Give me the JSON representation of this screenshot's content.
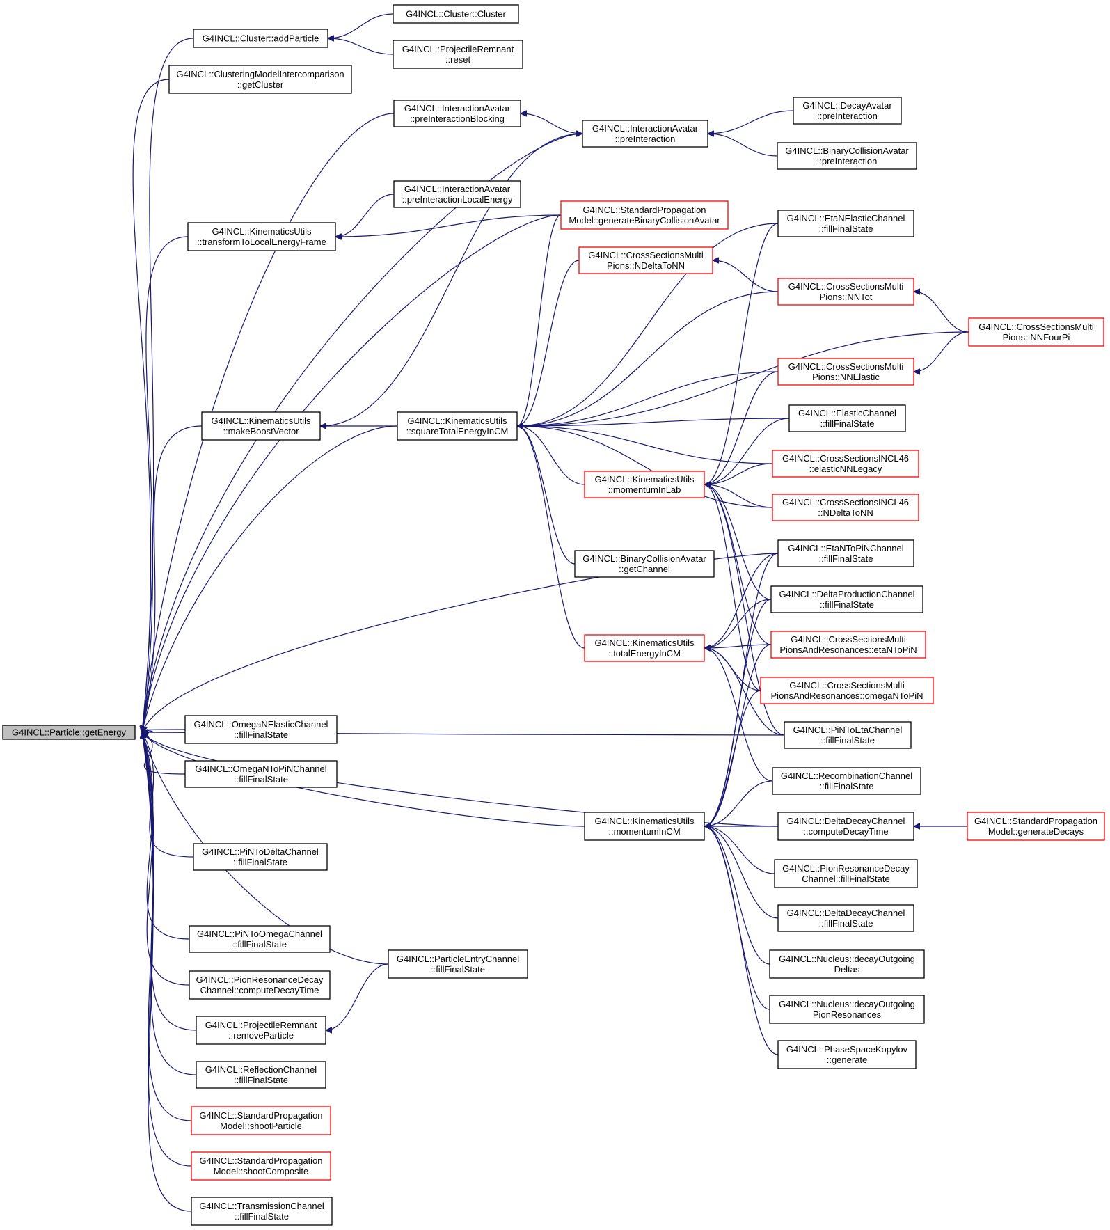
{
  "graph": {
    "nodes": [
      {
        "id": "root",
        "lines": [
          "G4INCL::Particle::getEnergy"
        ],
        "style": "root"
      },
      {
        "id": "cluster_add",
        "lines": [
          "G4INCL::Cluster::addParticle"
        ]
      },
      {
        "id": "cluster_ctor",
        "lines": [
          "G4INCL::Cluster::Cluster"
        ]
      },
      {
        "id": "projrem_reset",
        "lines": [
          "G4INCL::ProjectileRemnant",
          "::reset"
        ]
      },
      {
        "id": "clustering_get",
        "lines": [
          "G4INCL::ClusteringModelIntercomparison",
          "::getCluster"
        ]
      },
      {
        "id": "ia_preblock",
        "lines": [
          "G4INCL::InteractionAvatar",
          "::preInteractionBlocking"
        ]
      },
      {
        "id": "ia_pre",
        "lines": [
          "G4INCL::InteractionAvatar",
          "::preInteraction"
        ]
      },
      {
        "id": "decay_pre",
        "lines": [
          "G4INCL::DecayAvatar",
          "::preInteraction"
        ]
      },
      {
        "id": "bca_pre",
        "lines": [
          "G4INCL::BinaryCollisionAvatar",
          "::preInteraction"
        ]
      },
      {
        "id": "ia_preloc",
        "lines": [
          "G4INCL::InteractionAvatar",
          "::preInteractionLocalEnergy"
        ]
      },
      {
        "id": "spm_genbca",
        "lines": [
          "G4INCL::StandardPropagation",
          "Model::generateBinaryCollisionAvatar"
        ],
        "style": "red"
      },
      {
        "id": "ku_transform",
        "lines": [
          "G4INCL::KinematicsUtils",
          "::transformToLocalEnergyFrame"
        ]
      },
      {
        "id": "etanel",
        "lines": [
          "G4INCL::EtaNElasticChannel",
          "::fillFinalState"
        ]
      },
      {
        "id": "csmp_ndelta",
        "lines": [
          "G4INCL::CrossSectionsMulti",
          "Pions::NDeltaToNN"
        ],
        "style": "red"
      },
      {
        "id": "csmp_nntot",
        "lines": [
          "G4INCL::CrossSectionsMulti",
          "Pions::NNTot"
        ],
        "style": "red"
      },
      {
        "id": "csmp_nnfourpi",
        "lines": [
          "G4INCL::CrossSectionsMulti",
          "Pions::NNFourPi"
        ],
        "style": "red"
      },
      {
        "id": "csmp_nnel",
        "lines": [
          "G4INCL::CrossSectionsMulti",
          "Pions::NNElastic"
        ],
        "style": "red"
      },
      {
        "id": "ku_boost",
        "lines": [
          "G4INCL::KinematicsUtils",
          "::makeBoostVector"
        ]
      },
      {
        "id": "ku_sq",
        "lines": [
          "G4INCL::KinematicsUtils",
          "::squareTotalEnergyInCM"
        ]
      },
      {
        "id": "elastic_ffs",
        "lines": [
          "G4INCL::ElasticChannel",
          "::fillFinalState"
        ]
      },
      {
        "id": "ku_pinlab",
        "lines": [
          "G4INCL::KinematicsUtils",
          "::momentumInLab"
        ],
        "style": "red"
      },
      {
        "id": "cs46_el",
        "lines": [
          "G4INCL::CrossSectionsINCL46",
          "::elasticNNLegacy"
        ],
        "style": "red"
      },
      {
        "id": "cs46_nd",
        "lines": [
          "G4INCL::CrossSectionsINCL46",
          "::NDeltaToNN"
        ],
        "style": "red"
      },
      {
        "id": "bca_getch",
        "lines": [
          "G4INCL::BinaryCollisionAvatar",
          "::getChannel"
        ]
      },
      {
        "id": "etantopin",
        "lines": [
          "G4INCL::EtaNToPiNChannel",
          "::fillFinalState"
        ]
      },
      {
        "id": "deltaprod",
        "lines": [
          "G4INCL::DeltaProductionChannel",
          "::fillFinalState"
        ]
      },
      {
        "id": "ku_tot",
        "lines": [
          "G4INCL::KinematicsUtils",
          "::totalEnergyInCM"
        ],
        "style": "red"
      },
      {
        "id": "csmpr_eta",
        "lines": [
          "G4INCL::CrossSectionsMulti",
          "PionsAndResonances::etaNToPiN"
        ],
        "style": "red"
      },
      {
        "id": "csmpr_omega",
        "lines": [
          "G4INCL::CrossSectionsMulti",
          "PionsAndResonances::omegaNToPiN"
        ],
        "style": "red"
      },
      {
        "id": "omeganel",
        "lines": [
          "G4INCL::OmegaNElasticChannel",
          "::fillFinalState"
        ]
      },
      {
        "id": "pintoeta",
        "lines": [
          "G4INCL::PiNToEtaChannel",
          "::fillFinalState"
        ]
      },
      {
        "id": "omegantopin",
        "lines": [
          "G4INCL::OmegaNToPiNChannel",
          "::fillFinalState"
        ]
      },
      {
        "id": "recomb",
        "lines": [
          "G4INCL::RecombinationChannel",
          "::fillFinalState"
        ]
      },
      {
        "id": "ku_pincm",
        "lines": [
          "G4INCL::KinematicsUtils",
          "::momentumInCM"
        ]
      },
      {
        "id": "ddc_time",
        "lines": [
          "G4INCL::DeltaDecayChannel",
          "::computeDecayTime"
        ]
      },
      {
        "id": "spm_gendec",
        "lines": [
          "G4INCL::StandardPropagation",
          "Model::generateDecays"
        ],
        "style": "red"
      },
      {
        "id": "pintodelta",
        "lines": [
          "G4INCL::PiNToDeltaChannel",
          "::fillFinalState"
        ]
      },
      {
        "id": "prdc_ffs",
        "lines": [
          "G4INCL::PionResonanceDecay",
          "Channel::fillFinalState"
        ]
      },
      {
        "id": "ddc_ffs",
        "lines": [
          "G4INCL::DeltaDecayChannel",
          "::fillFinalState"
        ]
      },
      {
        "id": "pintoomega",
        "lines": [
          "G4INCL::PiNToOmegaChannel",
          "::fillFinalState"
        ]
      },
      {
        "id": "pentry",
        "lines": [
          "G4INCL::ParticleEntryChannel",
          "::fillFinalState"
        ]
      },
      {
        "id": "nuc_deltas",
        "lines": [
          "G4INCL::Nucleus::decayOutgoing",
          "Deltas"
        ]
      },
      {
        "id": "prdc_time",
        "lines": [
          "G4INCL::PionResonanceDecay",
          "Channel::computeDecayTime"
        ]
      },
      {
        "id": "nuc_pionres",
        "lines": [
          "G4INCL::Nucleus::decayOutgoing",
          "PionResonances"
        ]
      },
      {
        "id": "projrem_remove",
        "lines": [
          "G4INCL::ProjectileRemnant",
          "::removeParticle"
        ]
      },
      {
        "id": "psk_gen",
        "lines": [
          "G4INCL::PhaseSpaceKopylov",
          "::generate"
        ]
      },
      {
        "id": "refl",
        "lines": [
          "G4INCL::ReflectionChannel",
          "::fillFinalState"
        ]
      },
      {
        "id": "spm_shootp",
        "lines": [
          "G4INCL::StandardPropagation",
          "Model::shootParticle"
        ],
        "style": "red"
      },
      {
        "id": "spm_shootc",
        "lines": [
          "G4INCL::StandardPropagation",
          "Model::shootComposite"
        ],
        "style": "red"
      },
      {
        "id": "trans",
        "lines": [
          "G4INCL::TransmissionChannel",
          "::fillFinalState"
        ]
      }
    ],
    "edges": [
      [
        "cluster_add",
        "root"
      ],
      [
        "clustering_get",
        "root"
      ],
      [
        "ia_preblock",
        "root"
      ],
      [
        "ia_pre",
        "root"
      ],
      [
        "ku_transform",
        "root"
      ],
      [
        "spm_genbca",
        "root"
      ],
      [
        "ku_boost",
        "root"
      ],
      [
        "ku_sq",
        "root"
      ],
      [
        "etantopin",
        "root"
      ],
      [
        "pintoeta",
        "root"
      ],
      [
        "ddc_time",
        "root"
      ],
      [
        "ku_pincm",
        "root"
      ],
      [
        "omeganel",
        "root"
      ],
      [
        "omegantopin",
        "root"
      ],
      [
        "pintodelta",
        "root"
      ],
      [
        "pentry",
        "root"
      ],
      [
        "pintoomega",
        "root"
      ],
      [
        "prdc_time",
        "root"
      ],
      [
        "projrem_remove",
        "root"
      ],
      [
        "refl",
        "root"
      ],
      [
        "spm_shootp",
        "root"
      ],
      [
        "spm_shootc",
        "root"
      ],
      [
        "trans",
        "root"
      ],
      [
        "cluster_ctor",
        "cluster_add"
      ],
      [
        "projrem_reset",
        "cluster_add"
      ],
      [
        "ia_pre",
        "ia_preblock"
      ],
      [
        "decay_pre",
        "ia_pre"
      ],
      [
        "bca_pre",
        "ia_pre"
      ],
      [
        "ia_preloc",
        "ku_transform"
      ],
      [
        "spm_genbca",
        "ku_transform"
      ],
      [
        "ia_pre",
        "ku_preloc_dummy"
      ],
      [
        "ku_sq",
        "ku_boost"
      ],
      [
        "ku_boost",
        "ia_pre"
      ],
      [
        "spm_genbca",
        "ku_sq"
      ],
      [
        "etanel",
        "ku_sq"
      ],
      [
        "csmp_ndelta",
        "ku_sq"
      ],
      [
        "csmp_nntot",
        "ku_sq"
      ],
      [
        "csmp_nnfourpi",
        "ku_sq"
      ],
      [
        "csmp_nnel",
        "ku_sq"
      ],
      [
        "elastic_ffs",
        "ku_sq"
      ],
      [
        "ku_pinlab",
        "ku_sq"
      ],
      [
        "cs46_el",
        "ku_sq"
      ],
      [
        "cs46_nd",
        "ku_sq"
      ],
      [
        "bca_getch",
        "ku_sq"
      ],
      [
        "ku_tot",
        "ku_sq"
      ],
      [
        "csmp_nntot",
        "csmp_ndelta"
      ],
      [
        "csmp_nnfourpi",
        "csmp_nntot"
      ],
      [
        "csmp_nnfourpi",
        "csmp_nnel"
      ],
      [
        "etanel",
        "ku_pinlab"
      ],
      [
        "csmp_nnel",
        "ku_pinlab"
      ],
      [
        "elastic_ffs",
        "ku_pinlab"
      ],
      [
        "cs46_el",
        "ku_pinlab"
      ],
      [
        "cs46_nd",
        "ku_pinlab"
      ],
      [
        "deltaprod",
        "ku_pinlab"
      ],
      [
        "csmpr_eta",
        "ku_pinlab"
      ],
      [
        "csmpr_omega",
        "ku_pinlab"
      ],
      [
        "pintoeta",
        "ku_pinlab"
      ],
      [
        "etantopin",
        "ku_tot"
      ],
      [
        "deltaprod",
        "ku_tot"
      ],
      [
        "csmpr_eta",
        "ku_tot"
      ],
      [
        "csmpr_omega",
        "ku_tot"
      ],
      [
        "pintoeta",
        "ku_tot"
      ],
      [
        "recomb",
        "ku_tot"
      ],
      [
        "etantopin",
        "ku_pincm"
      ],
      [
        "deltaprod",
        "ku_pincm"
      ],
      [
        "csmpr_eta",
        "ku_pincm"
      ],
      [
        "csmpr_omega",
        "ku_pincm"
      ],
      [
        "recomb",
        "ku_pincm"
      ],
      [
        "ddc_time",
        "ku_pincm"
      ],
      [
        "prdc_ffs",
        "ku_pincm"
      ],
      [
        "ddc_ffs",
        "ku_pincm"
      ],
      [
        "nuc_deltas",
        "ku_pincm"
      ],
      [
        "nuc_pionres",
        "ku_pincm"
      ],
      [
        "psk_gen",
        "ku_pincm"
      ],
      [
        "spm_gendec",
        "ddc_time"
      ],
      [
        "projrem_remove",
        "pentry_dummy"
      ],
      [
        "pentry",
        "projrem_remove"
      ]
    ]
  }
}
